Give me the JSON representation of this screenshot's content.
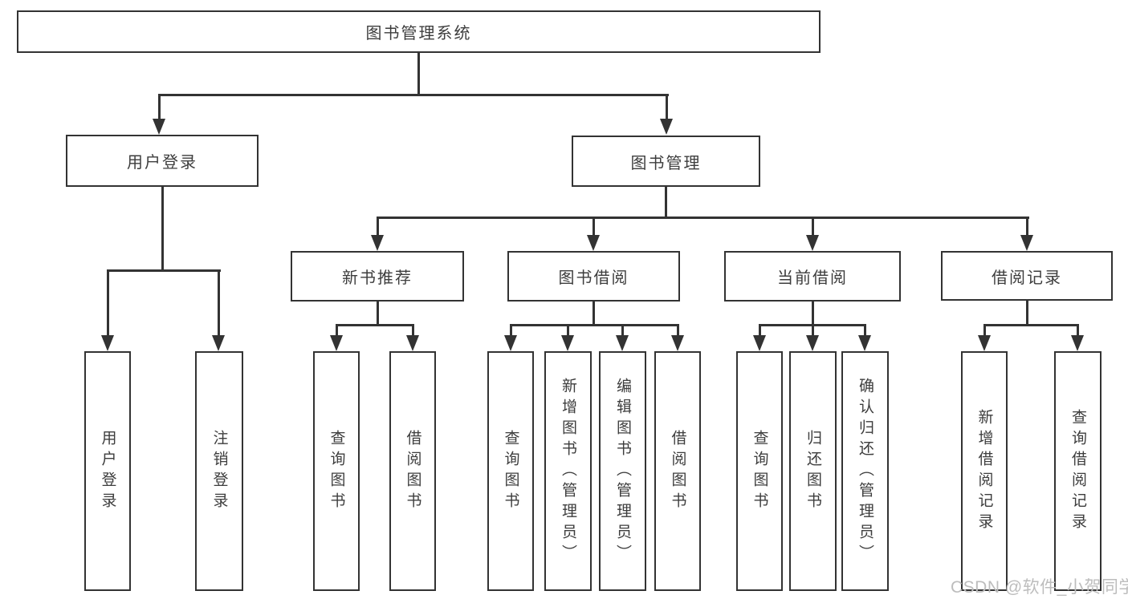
{
  "diagram": {
    "title": "图书管理系统",
    "colors": {
      "line": "#333333",
      "box_border": "#333333",
      "text": "#3d3d3d",
      "background": "#ffffff",
      "watermark": "#bdbdbd"
    },
    "nodes": {
      "root": {
        "label": "图书管理系统"
      },
      "user_login": {
        "label": "用户登录"
      },
      "book_mgmt": {
        "label": "图书管理"
      },
      "new_book_rec": {
        "label": "新书推荐"
      },
      "book_borrow": {
        "label": "图书借阅"
      },
      "current_borrow": {
        "label": "当前借阅"
      },
      "borrow_records": {
        "label": "借阅记录"
      },
      "user_login_leaf": {
        "label": "用户登录"
      },
      "logout_leaf": {
        "label": "注销登录"
      },
      "nb_query": {
        "label": "查询图书"
      },
      "nb_borrow": {
        "label": "借阅图书"
      },
      "bb_query": {
        "label": "查询图书"
      },
      "bb_add": {
        "label": "新增图书（管理员）"
      },
      "bb_edit": {
        "label": "编辑图书（管理员）"
      },
      "bb_borrow": {
        "label": "借阅图书"
      },
      "cb_query": {
        "label": "查询图书"
      },
      "cb_return": {
        "label": "归还图书"
      },
      "cb_confirm": {
        "label": "确认归还（管理员）"
      },
      "br_add": {
        "label": "新增借阅记录"
      },
      "br_query": {
        "label": "查询借阅记录"
      }
    },
    "edges": [
      [
        "root",
        "user_login"
      ],
      [
        "root",
        "book_mgmt"
      ],
      [
        "user_login",
        "user_login_leaf"
      ],
      [
        "user_login",
        "logout_leaf"
      ],
      [
        "book_mgmt",
        "new_book_rec"
      ],
      [
        "book_mgmt",
        "book_borrow"
      ],
      [
        "book_mgmt",
        "current_borrow"
      ],
      [
        "book_mgmt",
        "borrow_records"
      ],
      [
        "new_book_rec",
        "nb_query"
      ],
      [
        "new_book_rec",
        "nb_borrow"
      ],
      [
        "book_borrow",
        "bb_query"
      ],
      [
        "book_borrow",
        "bb_add"
      ],
      [
        "book_borrow",
        "bb_edit"
      ],
      [
        "book_borrow",
        "bb_borrow"
      ],
      [
        "current_borrow",
        "cb_query"
      ],
      [
        "current_borrow",
        "cb_return"
      ],
      [
        "current_borrow",
        "cb_confirm"
      ],
      [
        "borrow_records",
        "br_add"
      ],
      [
        "borrow_records",
        "br_query"
      ]
    ]
  },
  "watermark": {
    "text": "CSDN @软件_小贺同学"
  }
}
